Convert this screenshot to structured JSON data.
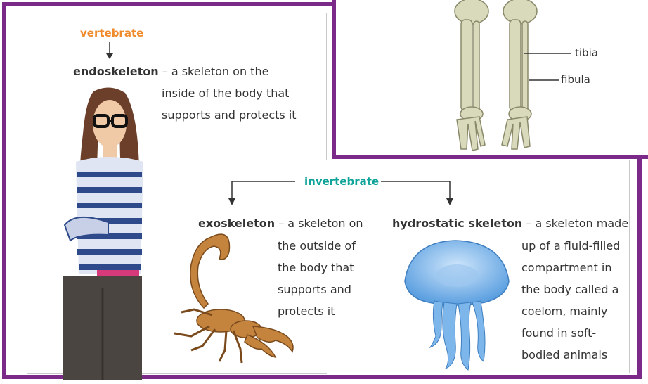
{
  "vertebrate_label": "vertebrate",
  "endoskeleton": {
    "term": "endoskeleton",
    "line1": " – a skeleton on the",
    "line2": "inside of the body that",
    "line3": "supports and protects it"
  },
  "invertebrate_label": "invertebrate",
  "exoskeleton": {
    "term": "exoskeleton",
    "line1": " – a skeleton on",
    "line2": "the outside of",
    "line3": "the body that",
    "line4": "supports and",
    "line5": "protects it"
  },
  "hydrostatic": {
    "term": "hydrostatic skeleton",
    "line1": " – a skeleton made",
    "line2": "up of a fluid-filled",
    "line3": "compartment in",
    "line4": "the body called a",
    "line5": "coelom, mainly",
    "line6": "found in soft-",
    "line7": "bodied animals"
  },
  "bone_labels": {
    "tibia": "tibia",
    "fibula": "fibula"
  },
  "colors": {
    "frame": "#7b2a8a",
    "vertebrate": "#f08b2b",
    "invertebrate": "#0fa39a",
    "bone": "#d9d9bc"
  }
}
